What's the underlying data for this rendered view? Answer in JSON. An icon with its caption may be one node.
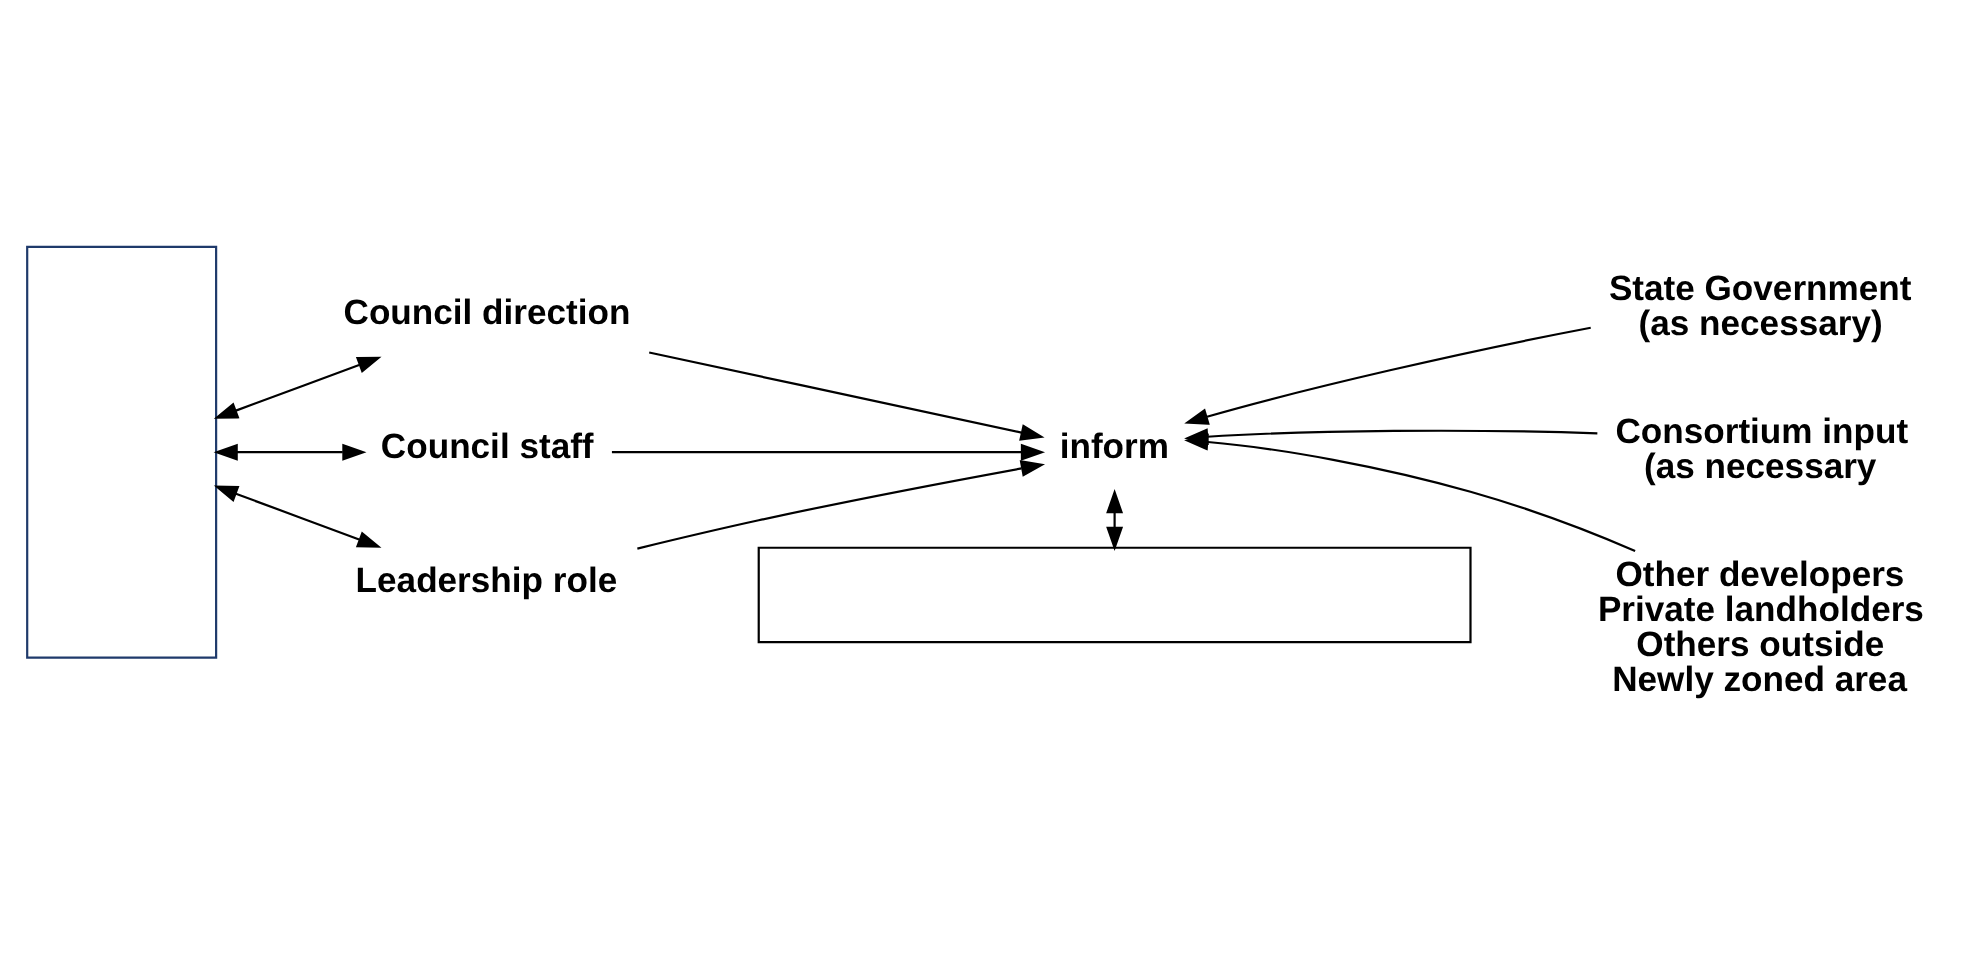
{
  "diagram": {
    "nodes": [
      {
        "text": [],
        "shape": "box"
      },
      {
        "text": [
          "Council direction"
        ]
      },
      {
        "text": [
          "Council staff"
        ]
      },
      {
        "text": [
          "Leadership role"
        ]
      },
      {
        "text": [
          "inform"
        ]
      },
      {
        "text": [
          "State Government (as necessary)"
        ]
      },
      {
        "text": [
          "Consortium input (as necessary"
        ]
      },
      {
        "text": [
          "Other developers Private landholders Others outside Newly zoned area"
        ]
      },
      {
        "text": [],
        "shape": "box"
      }
    ],
    "edges": [
      {
        "from": 0,
        "to": 1,
        "arrow": "both"
      },
      {
        "from": 0,
        "to": 2,
        "arrow": "both"
      },
      {
        "from": 0,
        "to": 3,
        "arrow": "both"
      },
      {
        "from": 1,
        "to": 4,
        "arrow": "to"
      },
      {
        "from": 2,
        "to": 4,
        "arrow": "to"
      },
      {
        "from": 3,
        "to": 4,
        "arrow": "to"
      },
      {
        "from": 5,
        "to": 4,
        "arrow": "to"
      },
      {
        "from": 6,
        "to": 4,
        "arrow": "to"
      },
      {
        "from": 7,
        "to": 4,
        "arrow": "to"
      },
      {
        "from": 8,
        "to": 4,
        "arrow": "both"
      }
    ]
  }
}
